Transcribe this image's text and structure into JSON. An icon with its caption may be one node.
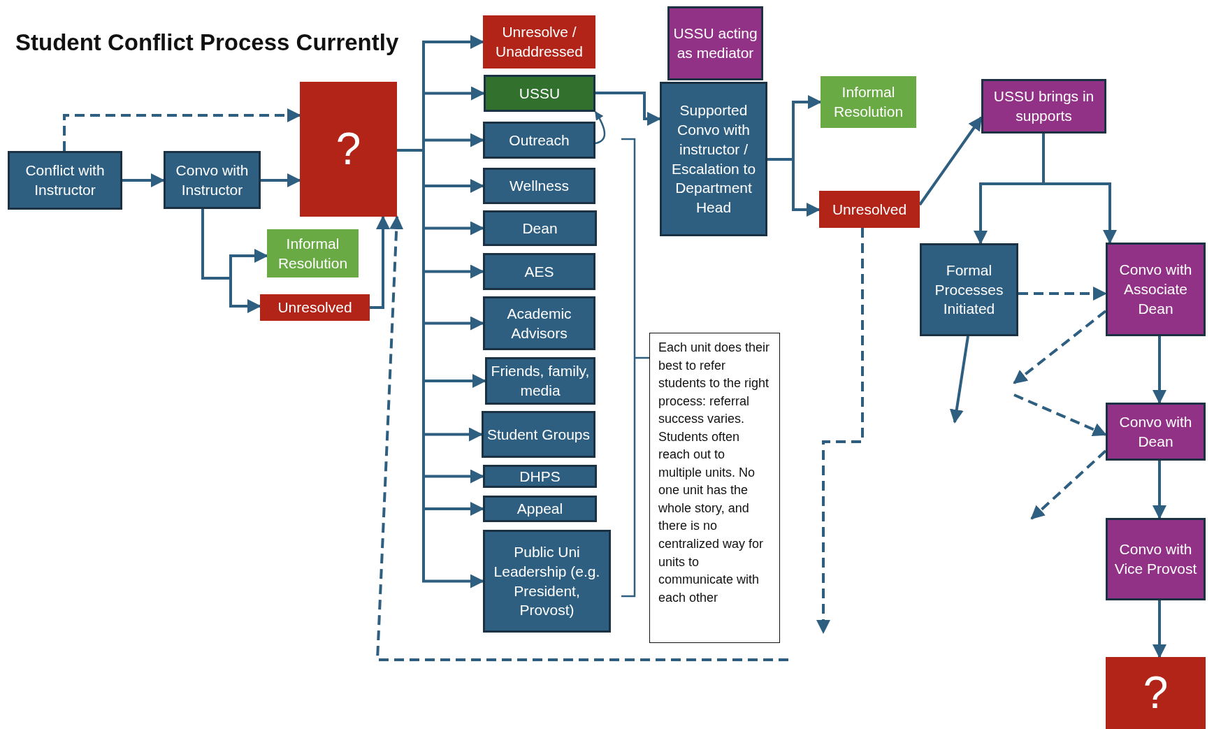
{
  "diagram": {
    "title": "Student Conflict Process Currently",
    "nodes": [
      {
        "text": [
          "Conflict with Instructor"
        ]
      },
      {
        "text": [
          "Convo with Instructor"
        ]
      },
      {
        "text": [
          "?"
        ]
      },
      {
        "text": [
          "Informal Resolution"
        ]
      },
      {
        "text": [
          "Unresolved"
        ]
      },
      {
        "text": [
          "Unresolve / Unaddressed"
        ]
      },
      {
        "text": [
          "USSU"
        ]
      },
      {
        "text": [
          "Outreach"
        ]
      },
      {
        "text": [
          "Wellness"
        ]
      },
      {
        "text": [
          "Dean"
        ]
      },
      {
        "text": [
          "AES"
        ]
      },
      {
        "text": [
          "Academic Advisors"
        ]
      },
      {
        "text": [
          "Friends, family, media"
        ]
      },
      {
        "text": [
          "Student Groups"
        ]
      },
      {
        "text": [
          "DHPS"
        ]
      },
      {
        "text": [
          "Appeal"
        ]
      },
      {
        "text": [
          "Public Uni Leadership (e.g. President, Provost)"
        ]
      },
      {
        "text": [
          "Each unit does their best to refer students to the right process: referral success varies. Students often reach out to multiple units. No one unit has the whole story, and there is no centralized way for units to communicate with each other"
        ]
      },
      {
        "text": [
          "USSU acting as mediator"
        ]
      },
      {
        "text": [
          "Supported Convo with instructor / Escalation to Department Head"
        ]
      },
      {
        "text": [
          "Informal Resolution"
        ]
      },
      {
        "text": [
          "Unresolved"
        ]
      },
      {
        "text": [
          "USSU brings in supports"
        ]
      },
      {
        "text": [
          "Formal Processes Initiated"
        ]
      },
      {
        "text": [
          "Convo with Associate Dean"
        ]
      },
      {
        "text": [
          "Convo with Dean"
        ]
      },
      {
        "text": [
          "Convo with Vice Provost"
        ]
      },
      {
        "text": [
          "?"
        ]
      }
    ],
    "edges": [
      {
        "from": 0,
        "to": 2,
        "arrow": "to",
        "style": "dashed"
      },
      {
        "from": 0,
        "to": 1,
        "arrow": "to"
      },
      {
        "from": 1,
        "to": 2,
        "arrow": "to"
      },
      {
        "from": 1,
        "to": 3,
        "arrow": "to"
      },
      {
        "from": 1,
        "to": 4,
        "arrow": "to"
      },
      {
        "from": 4,
        "to": 2,
        "arrow": "to"
      },
      {
        "from": 2,
        "to": 5,
        "arrow": "to"
      },
      {
        "from": 2,
        "to": 6,
        "arrow": "to"
      },
      {
        "from": 2,
        "to": 7,
        "arrow": "to"
      },
      {
        "from": 2,
        "to": 8,
        "arrow": "to"
      },
      {
        "from": 2,
        "to": 9,
        "arrow": "to"
      },
      {
        "from": 2,
        "to": 10,
        "arrow": "to"
      },
      {
        "from": 2,
        "to": 11,
        "arrow": "to"
      },
      {
        "from": 2,
        "to": 12,
        "arrow": "to"
      },
      {
        "from": 2,
        "to": 13,
        "arrow": "to"
      },
      {
        "from": 2,
        "to": 14,
        "arrow": "to"
      },
      {
        "from": 2,
        "to": 15,
        "arrow": "to"
      },
      {
        "from": 2,
        "to": 16,
        "arrow": "to"
      },
      {
        "from": 6,
        "to": 19,
        "arrow": "to"
      },
      {
        "from": 7,
        "to": 6,
        "arrow": "to"
      },
      {
        "from": 19,
        "to": 20,
        "arrow": "to"
      },
      {
        "from": 19,
        "to": 21,
        "arrow": "to"
      },
      {
        "from": 21,
        "to": 22,
        "arrow": "to"
      },
      {
        "from": 22,
        "to": 23,
        "arrow": "to"
      },
      {
        "from": 22,
        "to": 24,
        "arrow": "to"
      },
      {
        "from": 21,
        "to": null,
        "arrow": "to",
        "style": "dashed"
      },
      {
        "from": null,
        "to": 2,
        "arrow": "to",
        "style": "dashed"
      },
      {
        "from": 23,
        "to": 24,
        "arrow": "to",
        "style": "dashed"
      },
      {
        "from": 23,
        "to": null,
        "arrow": "to"
      },
      {
        "from": 24,
        "to": null,
        "arrow": "to",
        "style": "dashed"
      },
      {
        "from": null,
        "to": 25,
        "arrow": "to",
        "style": "dashed"
      },
      {
        "from": 25,
        "to": null,
        "arrow": "to",
        "style": "dashed"
      },
      {
        "from": 24,
        "to": 25,
        "arrow": "to"
      },
      {
        "from": 25,
        "to": 26,
        "arrow": "to"
      },
      {
        "from": 26,
        "to": 27,
        "arrow": "to"
      }
    ]
  }
}
